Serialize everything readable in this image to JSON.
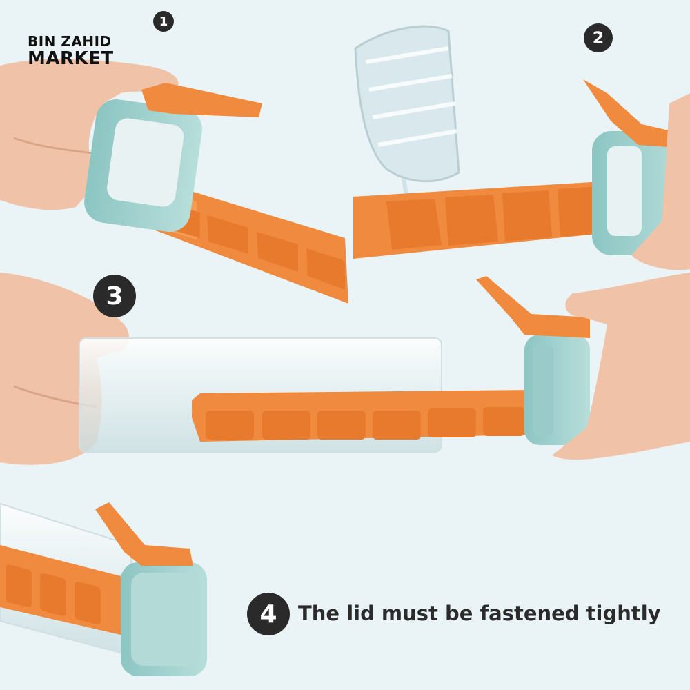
{
  "logo": {
    "line1": "BIN ZAHID",
    "line2": "MARKET"
  },
  "steps": [
    {
      "number": "1"
    },
    {
      "number": "2"
    },
    {
      "number": "3"
    },
    {
      "number": "4",
      "caption": "The lid must be fastened tightly"
    }
  ],
  "colors": {
    "background": "#eaf3f5",
    "tray_orange": "#f08a3e",
    "lid_teal": "#a9d4d1",
    "skin": "#f0c3a8",
    "badge": "#2a2a2a"
  }
}
